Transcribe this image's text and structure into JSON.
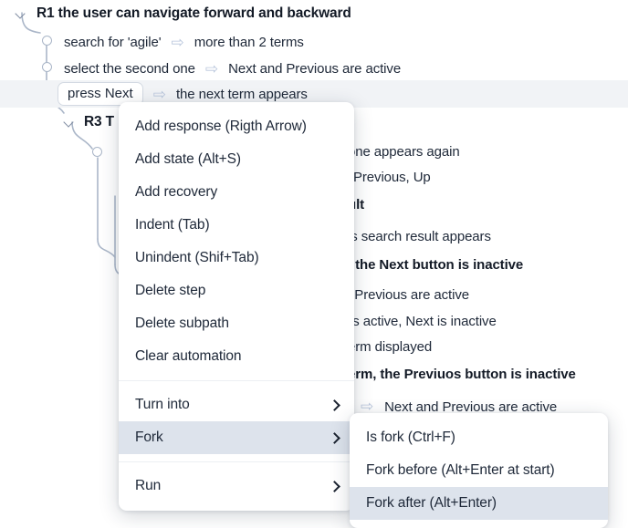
{
  "tree": {
    "title_row": {
      "label": "R1 the user can navigate forward and backward"
    },
    "sub_title_row": {
      "label": "R3 T"
    },
    "steps": [
      {
        "action": "search for 'agile'",
        "arrow": "⇨",
        "result": "more than 2 terms"
      },
      {
        "action": "select the second one",
        "arrow": "⇨",
        "result": "Next and Previous are active"
      },
      {
        "action": "press Next",
        "arrow": "⇨",
        "result": "the next term appears"
      }
    ],
    "occluded_lines": [
      {
        "text": "one appears again",
        "bold": false
      },
      {
        "text": "Previous, Up",
        "bold": false
      },
      {
        "text": "ult",
        "bold": true
      },
      {
        "text": "is search result appears",
        "bold": false
      },
      {
        "text": ", the Next button is inactive",
        "bold": true
      },
      {
        "text": "l Previous are active",
        "bold": false
      },
      {
        "text": "is active, Next is inactive",
        "bold": false
      },
      {
        "text": "erm displayed",
        "bold": false
      },
      {
        "text": "erm, the Previuos button is inactive",
        "bold": true
      },
      {
        "text": "Next and Previous are active",
        "bold": false
      }
    ],
    "occluded_arrow": "⇨"
  },
  "context_menu": {
    "items": [
      {
        "label": "Add response (Rigth Arrow)",
        "submenu": false,
        "selected": false
      },
      {
        "label": "Add state (Alt+S)",
        "submenu": false,
        "selected": false
      },
      {
        "label": "Add recovery",
        "submenu": false,
        "selected": false
      },
      {
        "label": "Indent (Tab)",
        "submenu": false,
        "selected": false
      },
      {
        "label": "Unindent (Shif+Tab)",
        "submenu": false,
        "selected": false
      },
      {
        "label": "Delete step",
        "submenu": false,
        "selected": false
      },
      {
        "label": "Delete subpath",
        "submenu": false,
        "selected": false
      },
      {
        "label": "Clear automation",
        "submenu": false,
        "selected": false
      },
      {
        "label": "Turn into",
        "submenu": true,
        "selected": false
      },
      {
        "label": "Fork",
        "submenu": true,
        "selected": true
      },
      {
        "label": "Run",
        "submenu": true,
        "selected": false
      }
    ]
  },
  "fork_submenu": {
    "items": [
      {
        "label": "Is fork (Ctrl+F)",
        "selected": false
      },
      {
        "label": "Fork before (Alt+Enter at start)",
        "selected": false
      },
      {
        "label": "Fork after (Alt+Enter)",
        "selected": true
      }
    ]
  },
  "colors": {
    "selection": "#dde3ec",
    "row_highlight": "#f1f3f6",
    "arrow": "#b9c6dc",
    "node_stroke": "#aab6c8",
    "text": "#202a3a"
  }
}
